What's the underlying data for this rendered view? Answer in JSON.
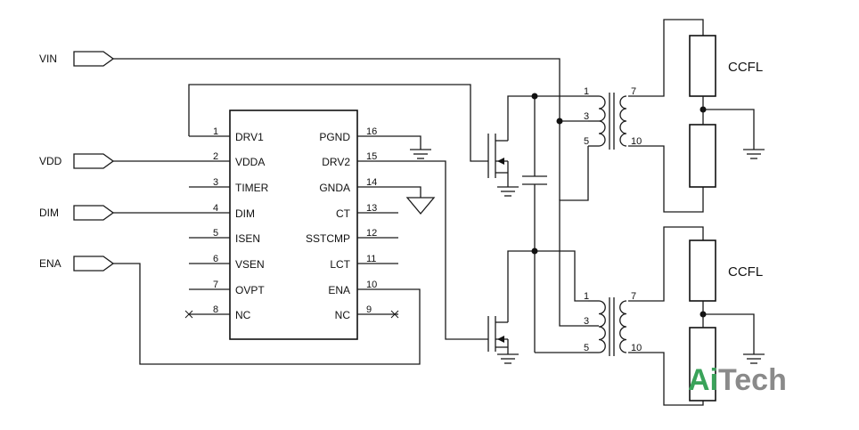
{
  "inputs": [
    "VIN",
    "VDD",
    "DIM",
    "ENA"
  ],
  "ic": {
    "left_pins": [
      {
        "num": "1",
        "name": "DRV1"
      },
      {
        "num": "2",
        "name": "VDDA"
      },
      {
        "num": "3",
        "name": "TIMER"
      },
      {
        "num": "4",
        "name": "DIM"
      },
      {
        "num": "5",
        "name": "ISEN"
      },
      {
        "num": "6",
        "name": "VSEN"
      },
      {
        "num": "7",
        "name": "OVPT"
      },
      {
        "num": "8",
        "name": "NC"
      }
    ],
    "right_pins": [
      {
        "num": "16",
        "name": "PGND"
      },
      {
        "num": "15",
        "name": "DRV2"
      },
      {
        "num": "14",
        "name": "GNDA"
      },
      {
        "num": "13",
        "name": "CT"
      },
      {
        "num": "12",
        "name": "SSTCMP"
      },
      {
        "num": "11",
        "name": "LCT"
      },
      {
        "num": "10",
        "name": "ENA"
      },
      {
        "num": "9",
        "name": "NC"
      }
    ]
  },
  "transformers": [
    {
      "pins": [
        "1",
        "3",
        "5",
        "7",
        "10"
      ]
    },
    {
      "pins": [
        "1",
        "3",
        "5",
        "7",
        "10"
      ]
    }
  ],
  "lamps": [
    "CCFL",
    "CCFL"
  ],
  "logo": {
    "part1": "Ai",
    "part2": "Tech"
  }
}
